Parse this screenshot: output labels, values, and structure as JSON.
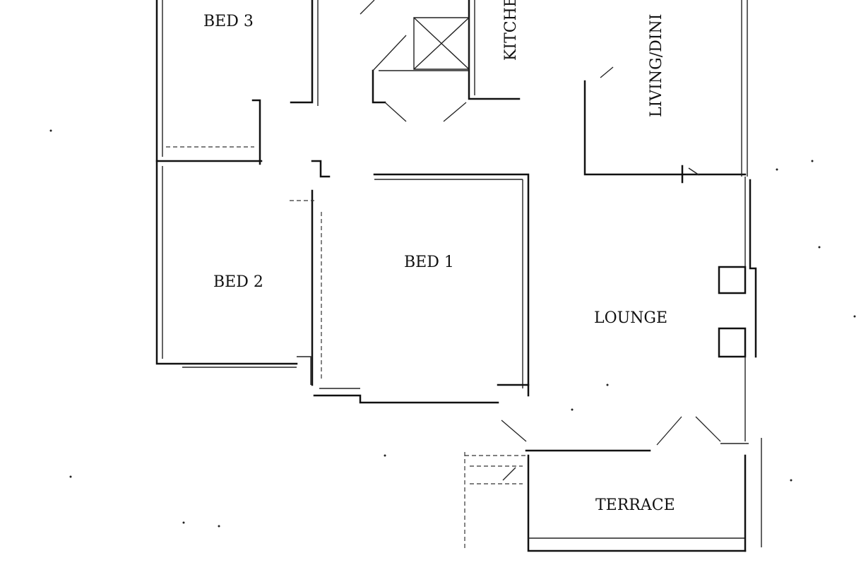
{
  "rooms": {
    "bed3": "BED 3",
    "bed2": "BED 2",
    "bed1": "BED 1",
    "kitchen": "KITCHE",
    "living_dining": "LIVING/DINI",
    "lounge": "LOUNGE",
    "terrace": "TERRACE"
  }
}
